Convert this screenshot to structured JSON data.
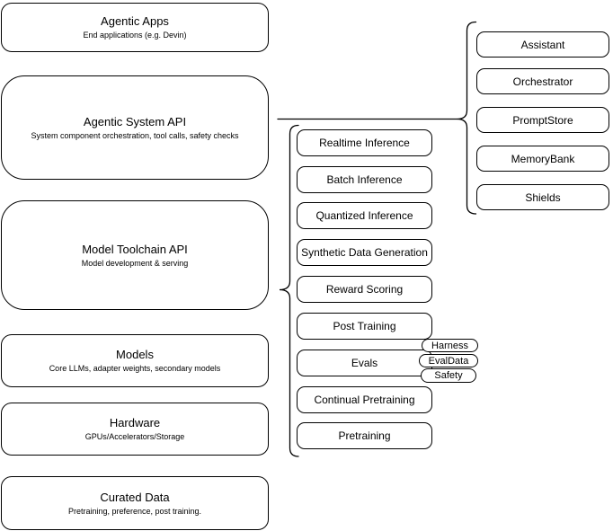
{
  "left_boxes": [
    {
      "title": "Agentic Apps",
      "subtitle": "End applications (e.g. Devin)"
    },
    {
      "title": "Agentic System API",
      "subtitle": "System component orchestration, tool calls, safety checks"
    },
    {
      "title": "Model Toolchain API",
      "subtitle": "Model development & serving"
    },
    {
      "title": "Models",
      "subtitle": "Core LLMs, adapter weights, secondary models"
    },
    {
      "title": "Hardware",
      "subtitle": "GPUs/Accelerators/Storage"
    },
    {
      "title": "Curated Data",
      "subtitle": "Pretraining, preference, post training."
    }
  ],
  "toolchain": {
    "items": [
      "Realtime Inference",
      "Batch Inference",
      "Quantized Inference",
      "Synthetic Data Generation",
      "Reward Scoring",
      "Post Training",
      "Evals",
      "Continual Pretraining",
      "Pretraining"
    ],
    "evals_tags": [
      "Harness",
      "EvalData",
      "Safety"
    ]
  },
  "system_components": {
    "items": [
      "Assistant",
      "Orchestrator",
      "PromptStore",
      "MemoryBank",
      "Shields"
    ]
  },
  "colors": {
    "stroke": "#000000",
    "background": "#ffffff",
    "text": "#000000"
  }
}
